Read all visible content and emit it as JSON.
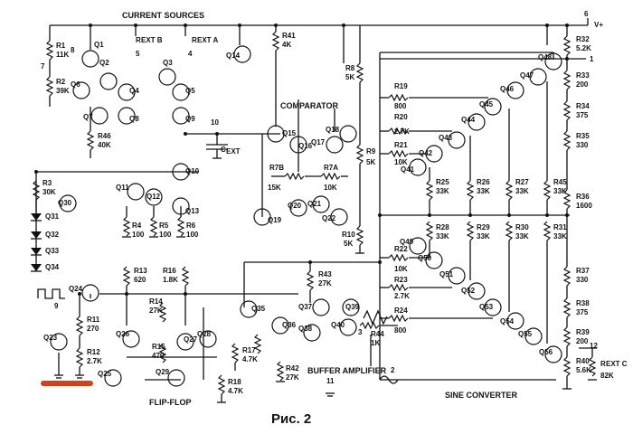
{
  "labels": {
    "title_current_sources": "CURRENT SOURCES",
    "comparator": "COMPARATOR",
    "flip_flop": "FLIP-FLOP",
    "buffer_amplifier": "BUFFER AMPLIFIER",
    "sine_converter": "SINE CONVERTER",
    "caption": "Рис. 2",
    "vplus": "V+",
    "cext": "C",
    "cext_sub": "EXT",
    "rext_a": "R",
    "rext_a_sub": "EXT A",
    "rext_b": "R",
    "rext_b_sub": "EXT B",
    "rext_c": "R",
    "rext_c_sub": "EXT C",
    "rext_c_val": "82K"
  },
  "pins": {
    "p1": "1",
    "p2": "2",
    "p3": "3",
    "p4": "4",
    "p5": "5",
    "p6": "6",
    "p7": "7",
    "p8": "8",
    "p9": "9",
    "p10": "10",
    "p11": "11",
    "p12": "12"
  },
  "resistors": [
    {
      "name": "R1",
      "value": "11K"
    },
    {
      "name": "R2",
      "value": "39K"
    },
    {
      "name": "R3",
      "value": "30K"
    },
    {
      "name": "R4",
      "value": "100"
    },
    {
      "name": "R5",
      "value": "100"
    },
    {
      "name": "R6",
      "value": "100"
    },
    {
      "name": "R7B",
      "value": "15K"
    },
    {
      "name": "R7A",
      "value": "10K"
    },
    {
      "name": "R8",
      "value": "5K"
    },
    {
      "name": "R9",
      "value": "5K"
    },
    {
      "name": "R10",
      "value": "5K"
    },
    {
      "name": "R11",
      "value": "270"
    },
    {
      "name": "R12",
      "value": "2.7K"
    },
    {
      "name": "R13",
      "value": "620"
    },
    {
      "name": "R14",
      "value": "27K"
    },
    {
      "name": "R15",
      "value": "470"
    },
    {
      "name": "R16",
      "value": "1.8K"
    },
    {
      "name": "R17",
      "value": "4.7K"
    },
    {
      "name": "R18",
      "value": "4.7K"
    },
    {
      "name": "R19",
      "value": "800"
    },
    {
      "name": "R20",
      "value": "2.7K"
    },
    {
      "name": "R21",
      "value": "10K"
    },
    {
      "name": "R22",
      "value": "10K"
    },
    {
      "name": "R23",
      "value": "2.7K"
    },
    {
      "name": "R24",
      "value": "800"
    },
    {
      "name": "R25",
      "value": "33K"
    },
    {
      "name": "R26",
      "value": "33K"
    },
    {
      "name": "R27",
      "value": "33K"
    },
    {
      "name": "R28",
      "value": "33K"
    },
    {
      "name": "R29",
      "value": "33K"
    },
    {
      "name": "R30",
      "value": "33K"
    },
    {
      "name": "R31",
      "value": "33K"
    },
    {
      "name": "R32",
      "value": "5.2K"
    },
    {
      "name": "R33",
      "value": "200"
    },
    {
      "name": "R34",
      "value": "375"
    },
    {
      "name": "R35",
      "value": "330"
    },
    {
      "name": "R36",
      "value": "1600"
    },
    {
      "name": "R37",
      "value": "330"
    },
    {
      "name": "R38",
      "value": "375"
    },
    {
      "name": "R39",
      "value": "200"
    },
    {
      "name": "R40",
      "value": "5.6K"
    },
    {
      "name": "R41",
      "value": "4K"
    },
    {
      "name": "R42",
      "value": "27K"
    },
    {
      "name": "R43",
      "value": "27K"
    },
    {
      "name": "R44",
      "value": "1K"
    },
    {
      "name": "R45",
      "value": "33K"
    },
    {
      "name": "R46",
      "value": "40K"
    }
  ],
  "transistors": [
    "Q1",
    "Q2",
    "Q3",
    "Q4",
    "Q5",
    "Q6",
    "Q7",
    "Q8",
    "Q9",
    "Q10",
    "Q11",
    "Q12",
    "Q13",
    "Q14",
    "Q15",
    "Q16",
    "Q17",
    "Q18",
    "Q19",
    "Q20",
    "Q21",
    "Q22",
    "Q23",
    "Q24",
    "Q25",
    "Q26",
    "Q27",
    "Q28",
    "Q29",
    "Q30",
    "Q31",
    "Q32",
    "Q33",
    "Q34",
    "Q35",
    "Q36",
    "Q37",
    "Q38",
    "Q39",
    "Q40",
    "Q41",
    "Q42",
    "Q43",
    "Q44",
    "Q45",
    "Q46",
    "Q47",
    "Q48",
    "Q49",
    "Q50",
    "Q51",
    "Q52",
    "Q53",
    "Q54",
    "Q55",
    "Q56"
  ],
  "colors": {
    "ink": "#111111",
    "marker": "#d0421b"
  }
}
